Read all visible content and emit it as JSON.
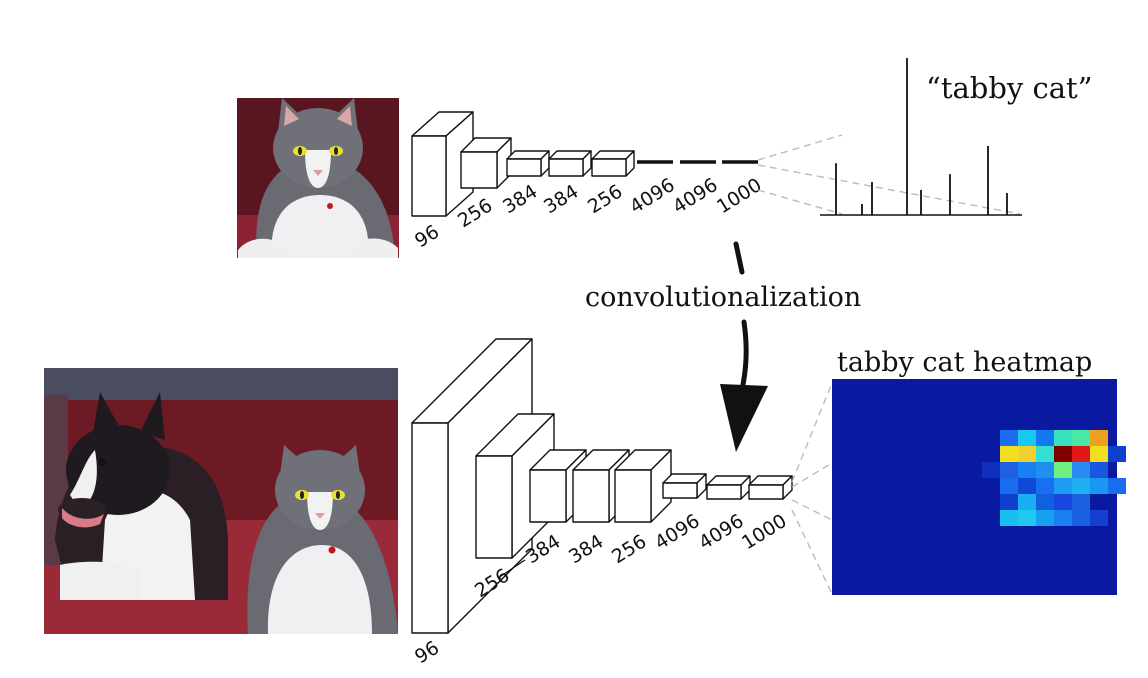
{
  "top_network": {
    "layers": [
      "96",
      "256",
      "384",
      "384",
      "256",
      "4096",
      "4096",
      "1000"
    ],
    "output_label": "“tabby cat”"
  },
  "arrow_label": "convolutionalization",
  "bottom_network": {
    "layers": [
      "96",
      "256",
      "384",
      "384",
      "256",
      "4096",
      "4096",
      "1000"
    ],
    "output_label": "tabby cat heatmap"
  },
  "colors": {
    "heatmap_background": "#0a1aa0",
    "sofa": "#7a1f2a",
    "cat_fur": "#6e6e76"
  },
  "images": {
    "top": "cat-on-sofa-photo",
    "bottom": "dog-and-cat-on-sofa-photo"
  },
  "bar_heights": [
    0.33,
    0.07,
    0.21,
    1.0,
    0.16,
    0.26,
    0.44,
    0.14
  ]
}
